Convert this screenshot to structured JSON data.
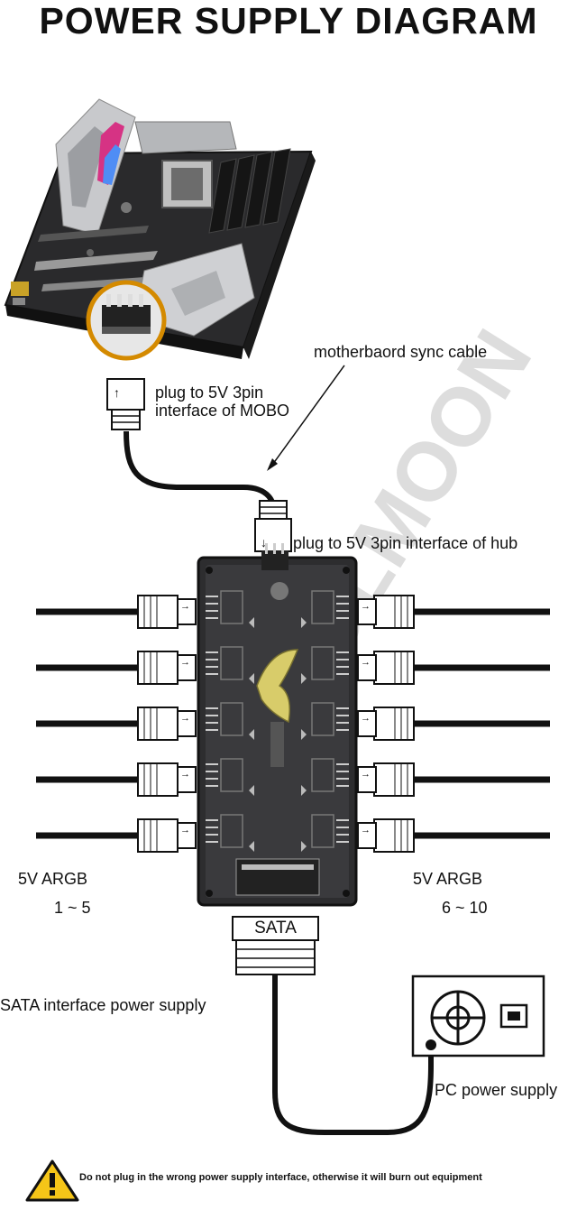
{
  "title": "POWER SUPPLY DIAGRAM",
  "labels": {
    "sync_cable": "motherbaord sync cable",
    "mobo_plug_line1": "plug to 5V 3pin",
    "mobo_plug_line2": "interface of MOBO",
    "hub_plug": "plug to 5V 3pin interface of hub",
    "left_group_line1": "5V ARGB",
    "left_group_line2": "1 ~ 5",
    "right_group_line1": "5V ARGB",
    "right_group_line2": "6 ~ 10",
    "sata_connector": "SATA",
    "sata_power": "SATA interface power supply",
    "pc_power": "PC power supply",
    "warning": "Do not plug in the wrong power supply interface, otherwise it will burn out equipment"
  },
  "watermark": "COOLMOON",
  "icons": [
    "motherboard-illustration",
    "argb-hub-board",
    "pc-power-supply-icon",
    "warning-triangle-icon"
  ]
}
